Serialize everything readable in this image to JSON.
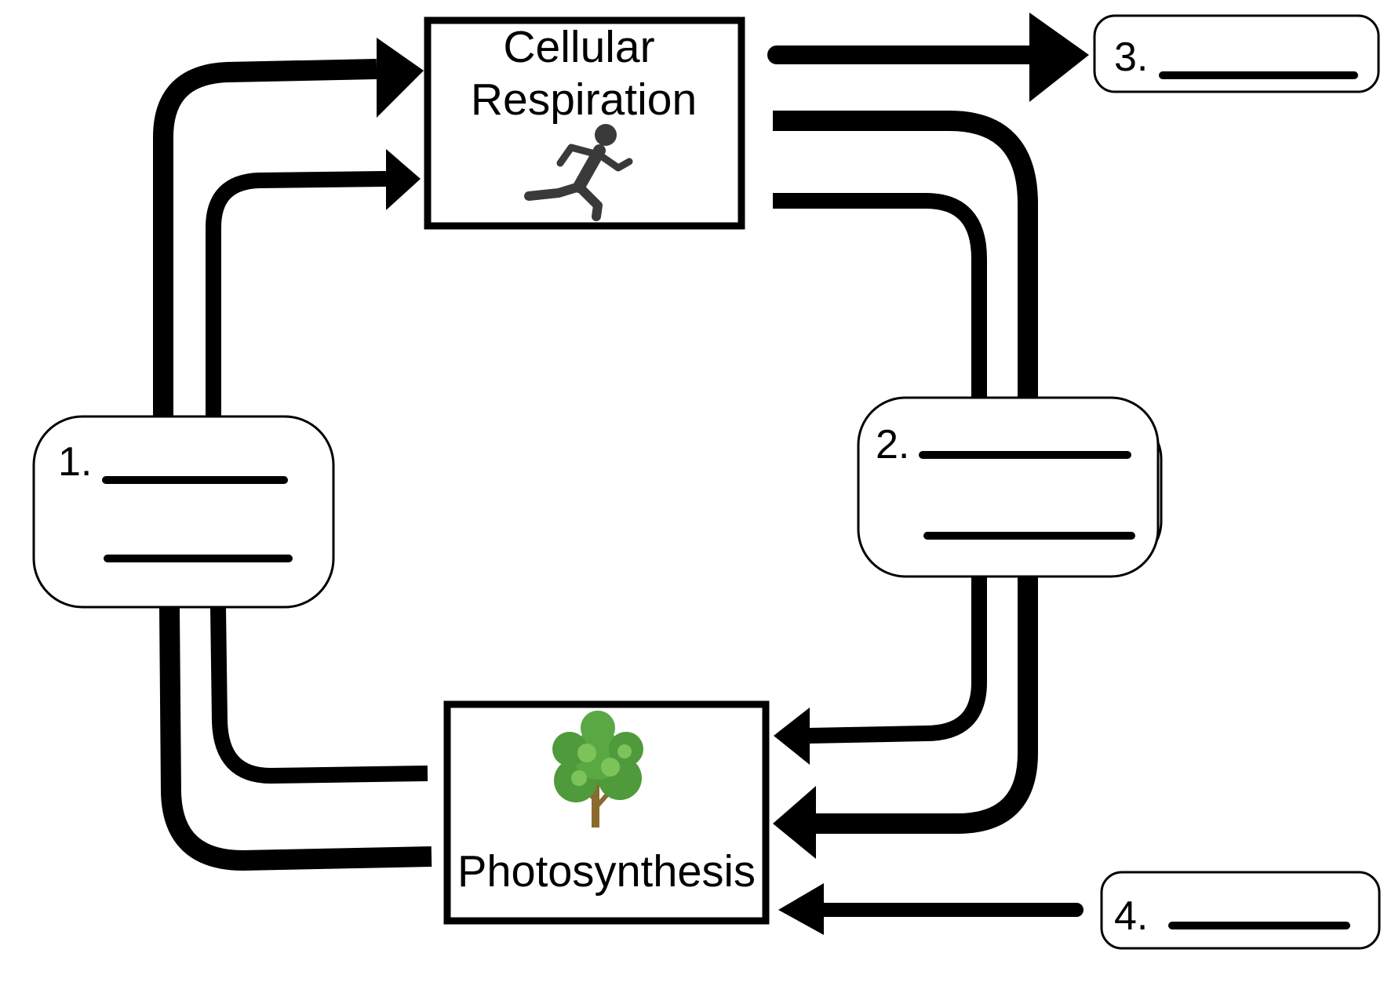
{
  "diagram": {
    "cellular_respiration": {
      "title_line1": "Cellular",
      "title_line2": "Respiration",
      "icon": "running-person-icon"
    },
    "photosynthesis": {
      "title": "Photosynthesis",
      "icon": "tree-icon"
    },
    "blanks": {
      "blank1": {
        "label": "1.",
        "lines": 2
      },
      "blank2": {
        "label": "2.",
        "lines": 2
      },
      "blank3": {
        "label": "3.",
        "lines": 1
      },
      "blank4": {
        "label": "4.",
        "lines": 1
      }
    }
  },
  "colors": {
    "line": "#000000",
    "background": "#ffffff",
    "runner": "#3a3a3a",
    "tree_leaves": "#4f9a3a",
    "tree_leaves_light": "#7cc35a",
    "tree_trunk": "#8a6a2e"
  }
}
